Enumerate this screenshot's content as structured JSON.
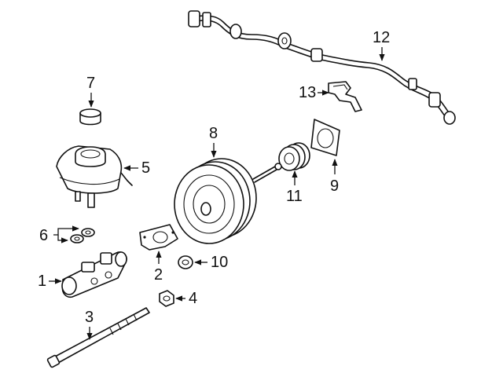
{
  "diagram": {
    "callouts": [
      {
        "id": "1",
        "label": "1"
      },
      {
        "id": "2",
        "label": "2"
      },
      {
        "id": "3",
        "label": "3"
      },
      {
        "id": "4",
        "label": "4"
      },
      {
        "id": "5",
        "label": "5"
      },
      {
        "id": "6",
        "label": "6"
      },
      {
        "id": "7",
        "label": "7"
      },
      {
        "id": "8",
        "label": "8"
      },
      {
        "id": "9",
        "label": "9"
      },
      {
        "id": "10",
        "label": "10"
      },
      {
        "id": "11",
        "label": "11"
      },
      {
        "id": "12",
        "label": "12"
      },
      {
        "id": "13",
        "label": "13"
      }
    ],
    "colors": {
      "line": "#111111",
      "background": "#ffffff"
    }
  }
}
